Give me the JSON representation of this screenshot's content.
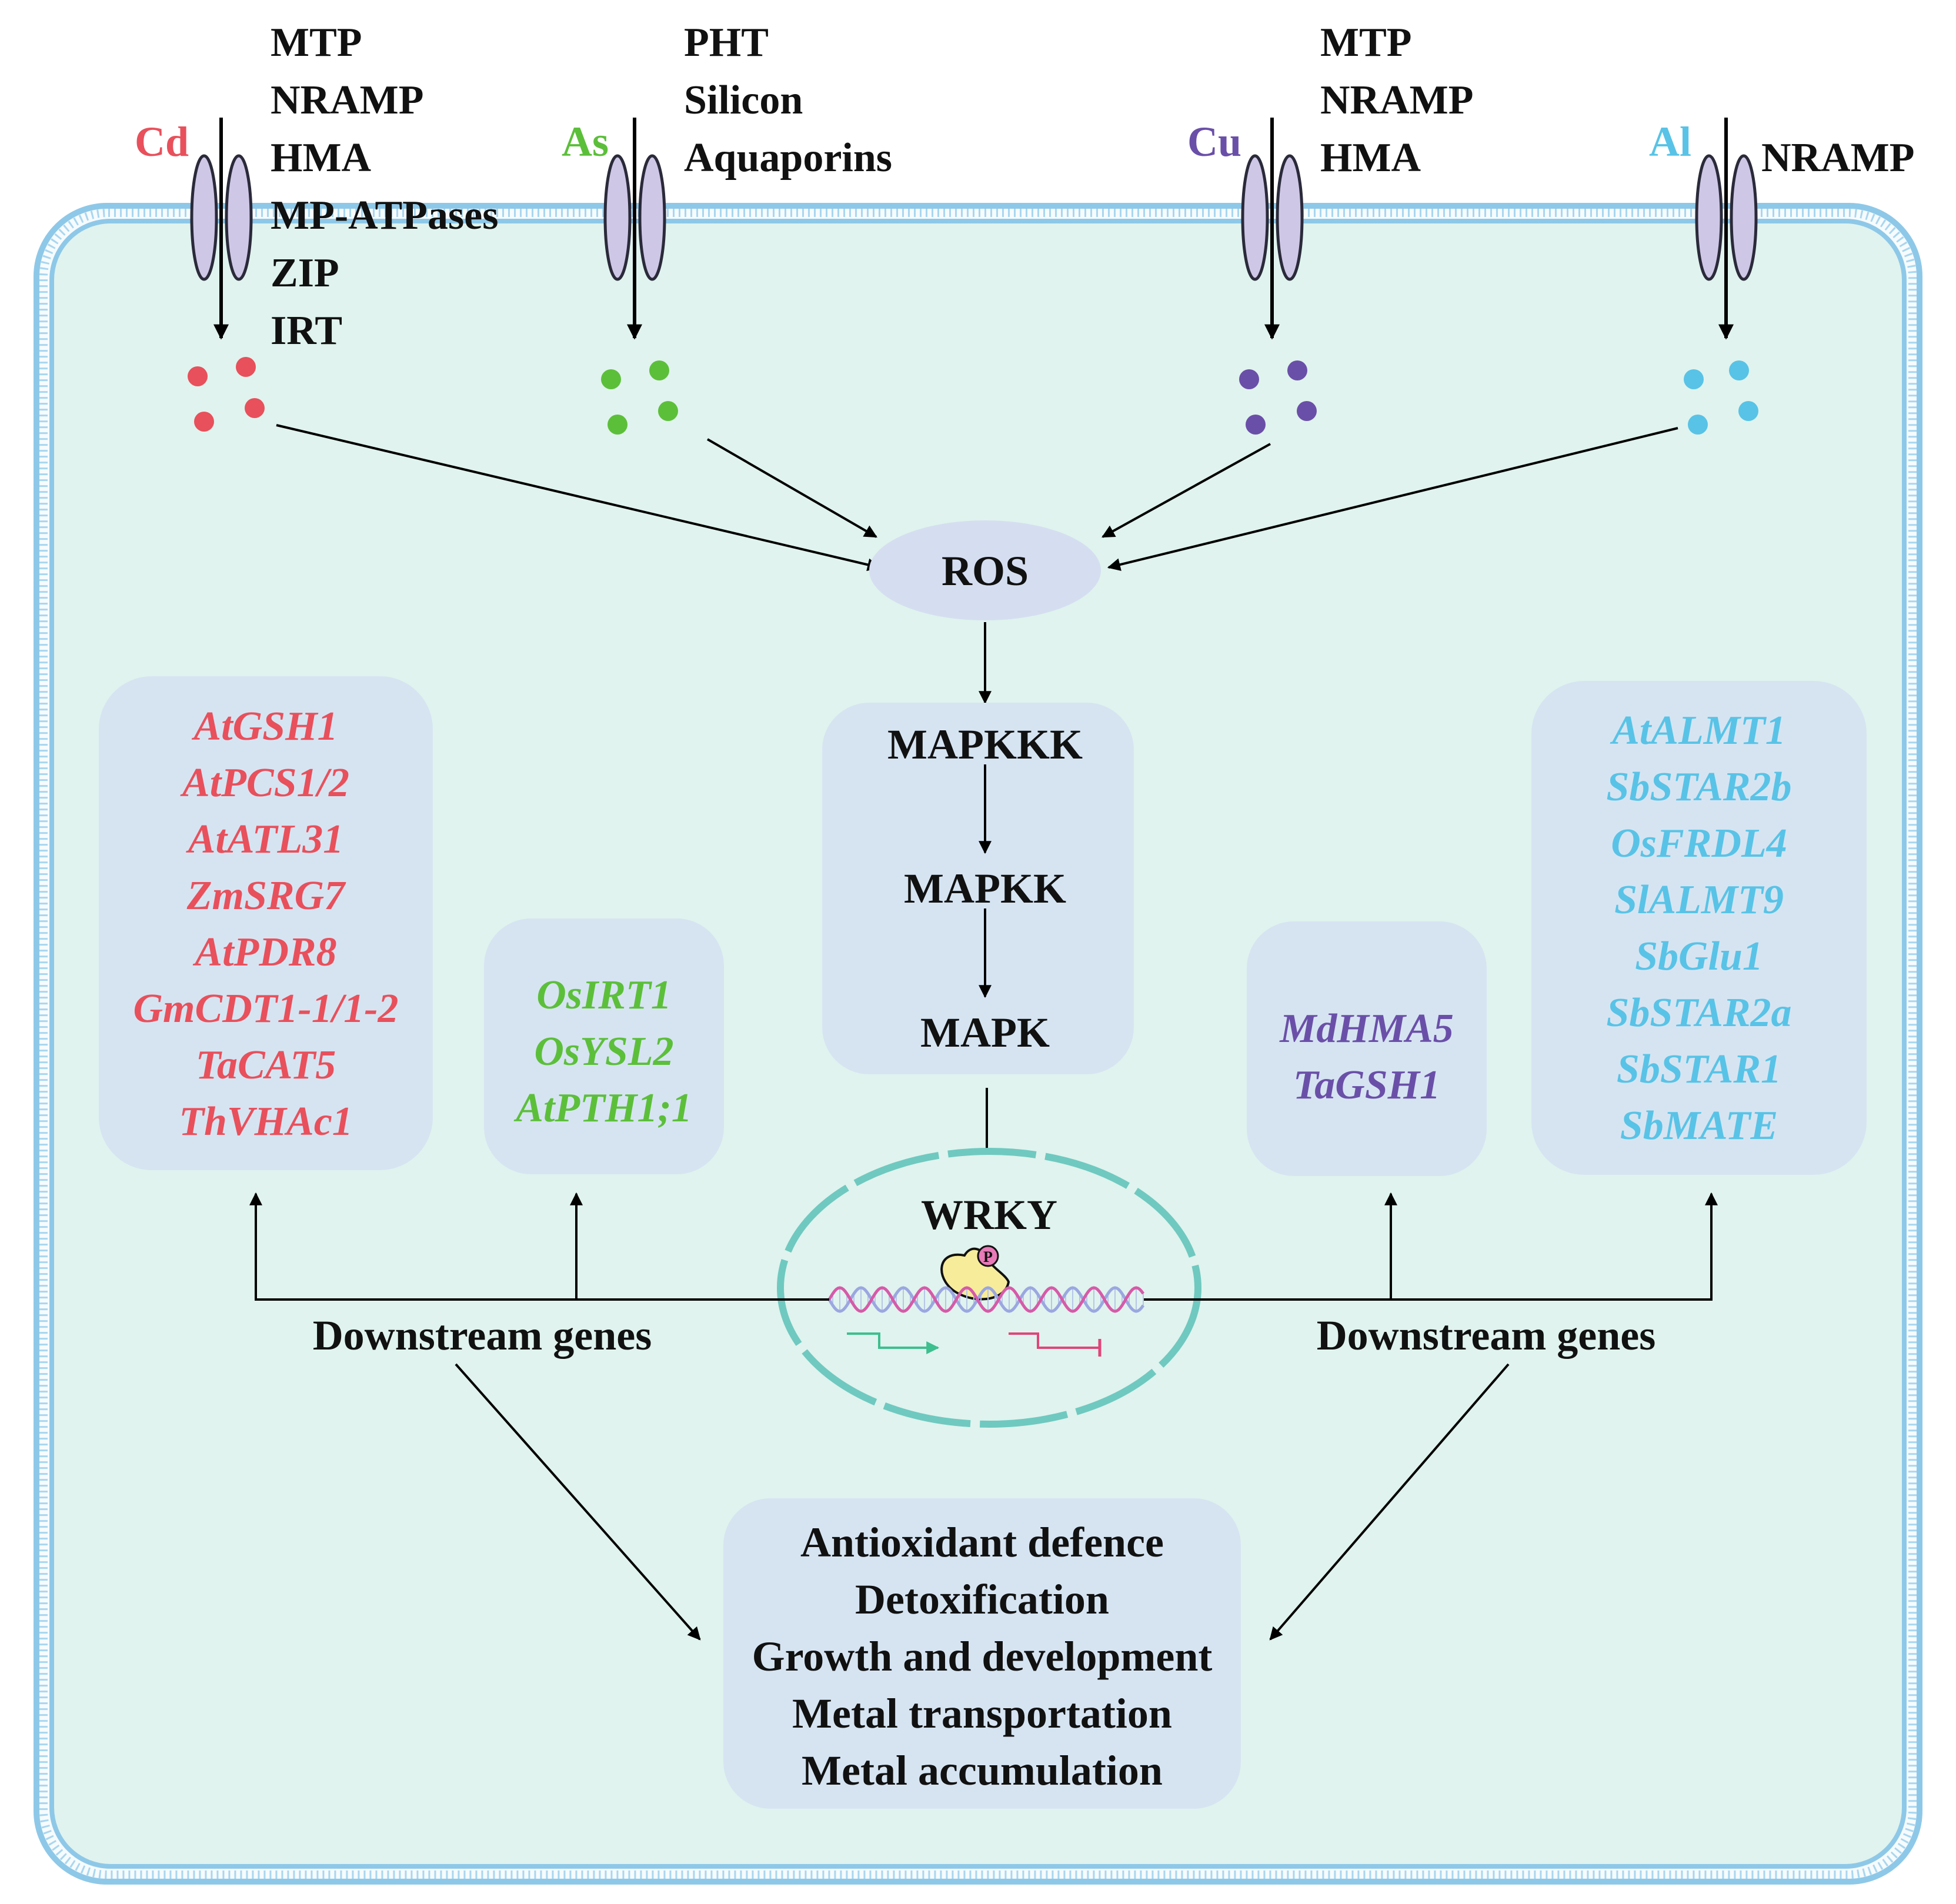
{
  "colors": {
    "cd": "#e8505b",
    "as": "#5cbf3a",
    "cu": "#6a4fa8",
    "al": "#58c3e6",
    "cell_fill": "#e0f3ee",
    "membrane": "#8ec8e8",
    "box_fill": "#d6e4f2",
    "nucleus": "#6fc9c0",
    "ros_fill": "#d5def1",
    "channel": "#cfc7e6"
  },
  "metals": [
    {
      "symbol": "Cd",
      "transporters": [
        "MTP",
        "NRAMP",
        "HMA",
        "MP-ATPases",
        "ZIP",
        "IRT"
      ]
    },
    {
      "symbol": "As",
      "transporters": [
        "PHT",
        "Silicon",
        "Aquaporins"
      ]
    },
    {
      "symbol": "Cu",
      "transporters": [
        "MTP",
        "NRAMP",
        "HMA"
      ]
    },
    {
      "symbol": "Al",
      "transporters": [
        "NRAMP"
      ]
    }
  ],
  "ros": "ROS",
  "cascade": [
    "MAPKKK",
    "MAPKK",
    "MAPK"
  ],
  "tf": "WRKY",
  "phospho": "P",
  "gene_boxes": {
    "cd": [
      "AtGSH1",
      "AtPCS1/2",
      "AtATL31",
      "ZmSRG7",
      "AtPDR8",
      "GmCDT1-1/1-2",
      "TaCAT5",
      "ThVHAc1"
    ],
    "as": [
      "OsIRT1",
      "OsYSL2",
      "AtPTH1;1"
    ],
    "cu": [
      "MdHMA5",
      "TaGSH1"
    ],
    "al": [
      "AtALMT1",
      "SbSTAR2b",
      "OsFRDL4",
      "SlALMT9",
      "SbGlu1",
      "SbSTAR2a",
      "SbSTAR1",
      "SbMATE"
    ]
  },
  "downstream_left": "Downstream genes",
  "downstream_right": "Downstream genes",
  "outcomes": [
    "Antioxidant defence",
    "Detoxification",
    "Growth and development",
    "Metal transportation",
    "Metal accumulation"
  ]
}
